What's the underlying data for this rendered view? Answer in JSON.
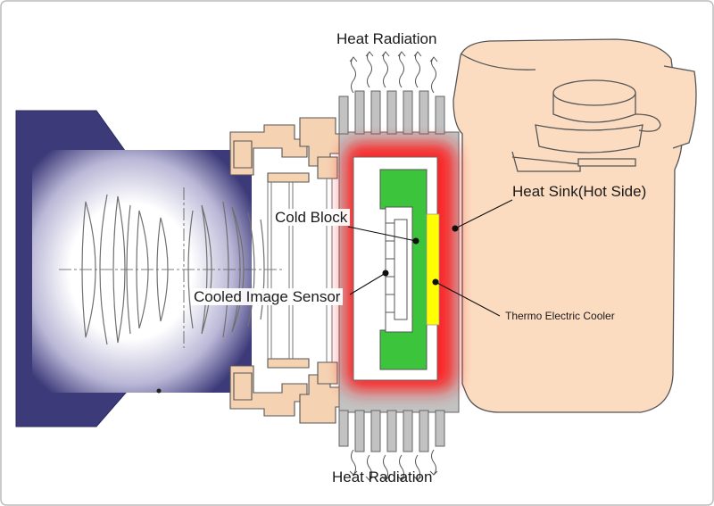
{
  "labels": {
    "heat_radiation_top": "Heat Radiation",
    "heat_radiation_bottom": "Heat Radiation",
    "heat_sink": "Heat Sink(Hot Side)",
    "cold_block": "Cold Block",
    "cooled_image_sensor": "Cooled Image Sensor",
    "thermo_electric_cooler": "Thermo Electric Cooler"
  },
  "icons": {
    "heat_wave": "wavy-arrow-icon"
  },
  "colors": {
    "lens_barrel": "#3d3a7a",
    "lens_glow": "#ffffff",
    "mount_parts": "#f5d2b2",
    "camera_body": "#fcdcc0",
    "heat_sink": "#c2c2c2",
    "hot_glow": "#ff1a1a",
    "cold_block": "#3cc43c",
    "peltier": "#ffff00",
    "outline": "#555555",
    "frame_border": "#bbbbbb"
  }
}
